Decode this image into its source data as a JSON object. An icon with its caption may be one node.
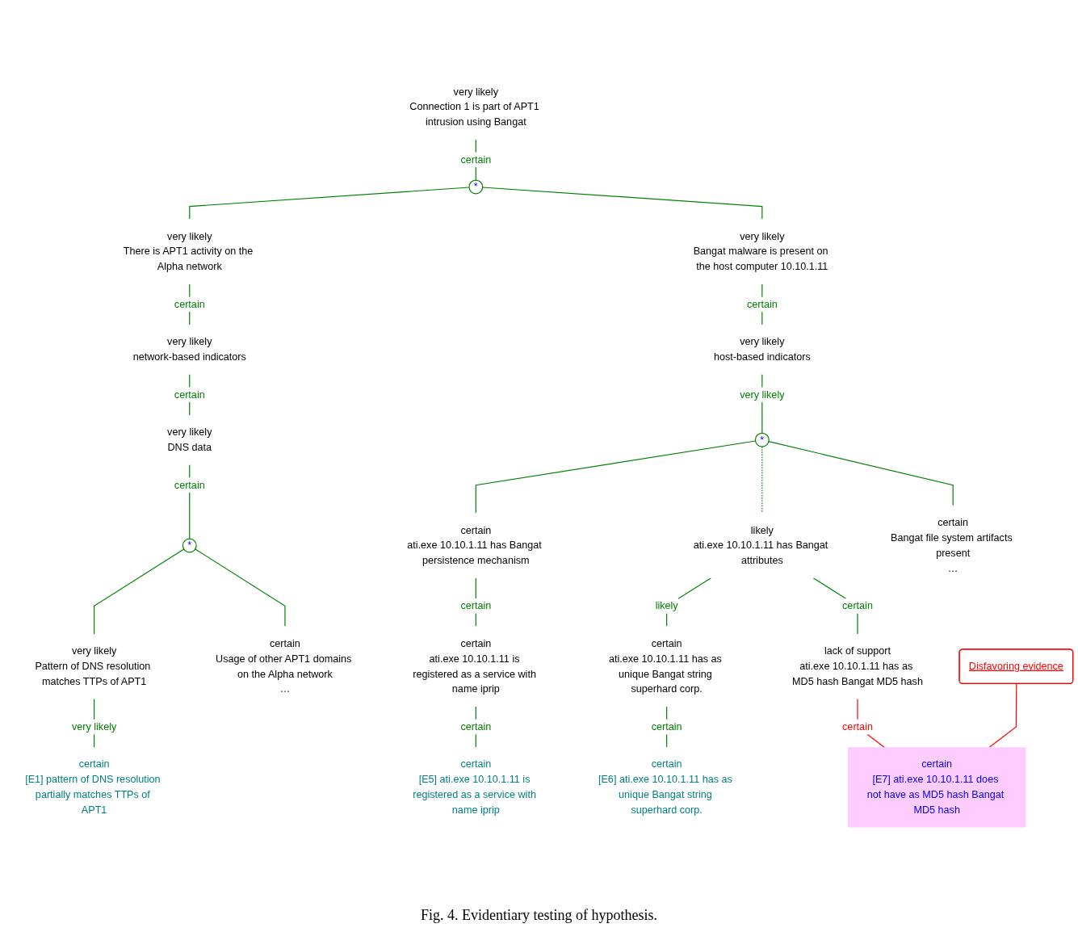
{
  "diagram": {
    "caption": "Fig. 4. Evidentiary testing of hypothesis.",
    "nodes": [
      {
        "text": [
          "very likely",
          "Connection 1 is part of APT1 intrusion using Bangat"
        ]
      },
      {
        "text": [
          "*"
        ]
      },
      {
        "text": [
          "very likely",
          "There is APT1 activity on the Alpha network"
        ]
      },
      {
        "text": [
          "very likely",
          "Bangat malware is present on the host computer 10.10.1.11"
        ]
      },
      {
        "text": [
          "very likely",
          "network-based indicators"
        ]
      },
      {
        "text": [
          "very likely",
          "DNS data"
        ]
      },
      {
        "text": [
          "*"
        ]
      },
      {
        "text": [
          "very likely",
          "Pattern of DNS resolution matches TTPs of APT1"
        ]
      },
      {
        "text": [
          "certain",
          "Usage of other APT1 domains on the Alpha network",
          "…"
        ]
      },
      {
        "text": [
          "certain",
          "[E1] pattern of DNS resolution partially matches TTPs of APT1"
        ]
      },
      {
        "text": [
          "very likely",
          "host-based indicators"
        ]
      },
      {
        "text": [
          "*"
        ]
      },
      {
        "text": [
          "certain",
          "ati.exe 10.10.1.11 has Bangat persistence mechanism"
        ]
      },
      {
        "text": [
          "likely",
          "ati.exe 10.10.1.11 has Bangat attributes"
        ]
      },
      {
        "text": [
          "certain",
          "Bangat file system artifacts present",
          "…"
        ]
      },
      {
        "text": [
          "certain",
          "ati.exe 10.10.1.11 is registered as a service with name iprip"
        ]
      },
      {
        "text": [
          "certain",
          "[E5] ati.exe 10.10.1.11 is registered as a service with name iprip"
        ]
      },
      {
        "text": [
          "certain",
          "ati.exe 10.10.1.11 has as unique Bangat string superhard corp."
        ]
      },
      {
        "text": [
          "lack of support",
          "ati.exe 10.10.1.11 has as MD5 hash Bangat MD5 hash"
        ]
      },
      {
        "text": [
          "certain",
          "[E6] ati.exe 10.10.1.11 has as unique Bangat string superhard corp."
        ]
      },
      {
        "text": [
          "certain",
          "[E7] ati.exe 10.10.1.11 does not have as MD5 hash Bangat MD5 hash"
        ]
      },
      {
        "text": [
          "Disfavoring evidence"
        ]
      }
    ],
    "edges": [
      {
        "from": 0,
        "to": 1,
        "arrow": "none",
        "label": "certain"
      },
      {
        "from": 1,
        "to": 2,
        "arrow": "none"
      },
      {
        "from": 1,
        "to": 3,
        "arrow": "none"
      },
      {
        "from": 2,
        "to": 4,
        "arrow": "none",
        "label": "certain"
      },
      {
        "from": 4,
        "to": 5,
        "arrow": "none",
        "label": "certain"
      },
      {
        "from": 5,
        "to": 6,
        "arrow": "none",
        "label": "certain"
      },
      {
        "from": 6,
        "to": 7,
        "arrow": "none"
      },
      {
        "from": 6,
        "to": 8,
        "arrow": "none"
      },
      {
        "from": 7,
        "to": 9,
        "arrow": "none",
        "label": "very likely"
      },
      {
        "from": 3,
        "to": 10,
        "arrow": "none",
        "label": "certain"
      },
      {
        "from": 10,
        "to": 11,
        "arrow": "none",
        "label": "very likely"
      },
      {
        "from": 11,
        "to": 12,
        "arrow": "none"
      },
      {
        "from": 11,
        "to": 13,
        "arrow": "none",
        "style": "dashed"
      },
      {
        "from": 11,
        "to": 14,
        "arrow": "none"
      },
      {
        "from": 12,
        "to": 15,
        "arrow": "none",
        "label": "certain"
      },
      {
        "from": 15,
        "to": 16,
        "arrow": "none",
        "label": "certain"
      },
      {
        "from": 13,
        "to": 17,
        "arrow": "none",
        "label": "likely"
      },
      {
        "from": 13,
        "to": 18,
        "arrow": "none",
        "label": "certain"
      },
      {
        "from": 17,
        "to": 19,
        "arrow": "none",
        "label": "certain"
      },
      {
        "from": 18,
        "to": 20,
        "arrow": "none",
        "label": "certain",
        "color": "#ff0000"
      },
      {
        "from": 21,
        "to": 20,
        "arrow": "none",
        "color": "#ff0000"
      }
    ]
  }
}
